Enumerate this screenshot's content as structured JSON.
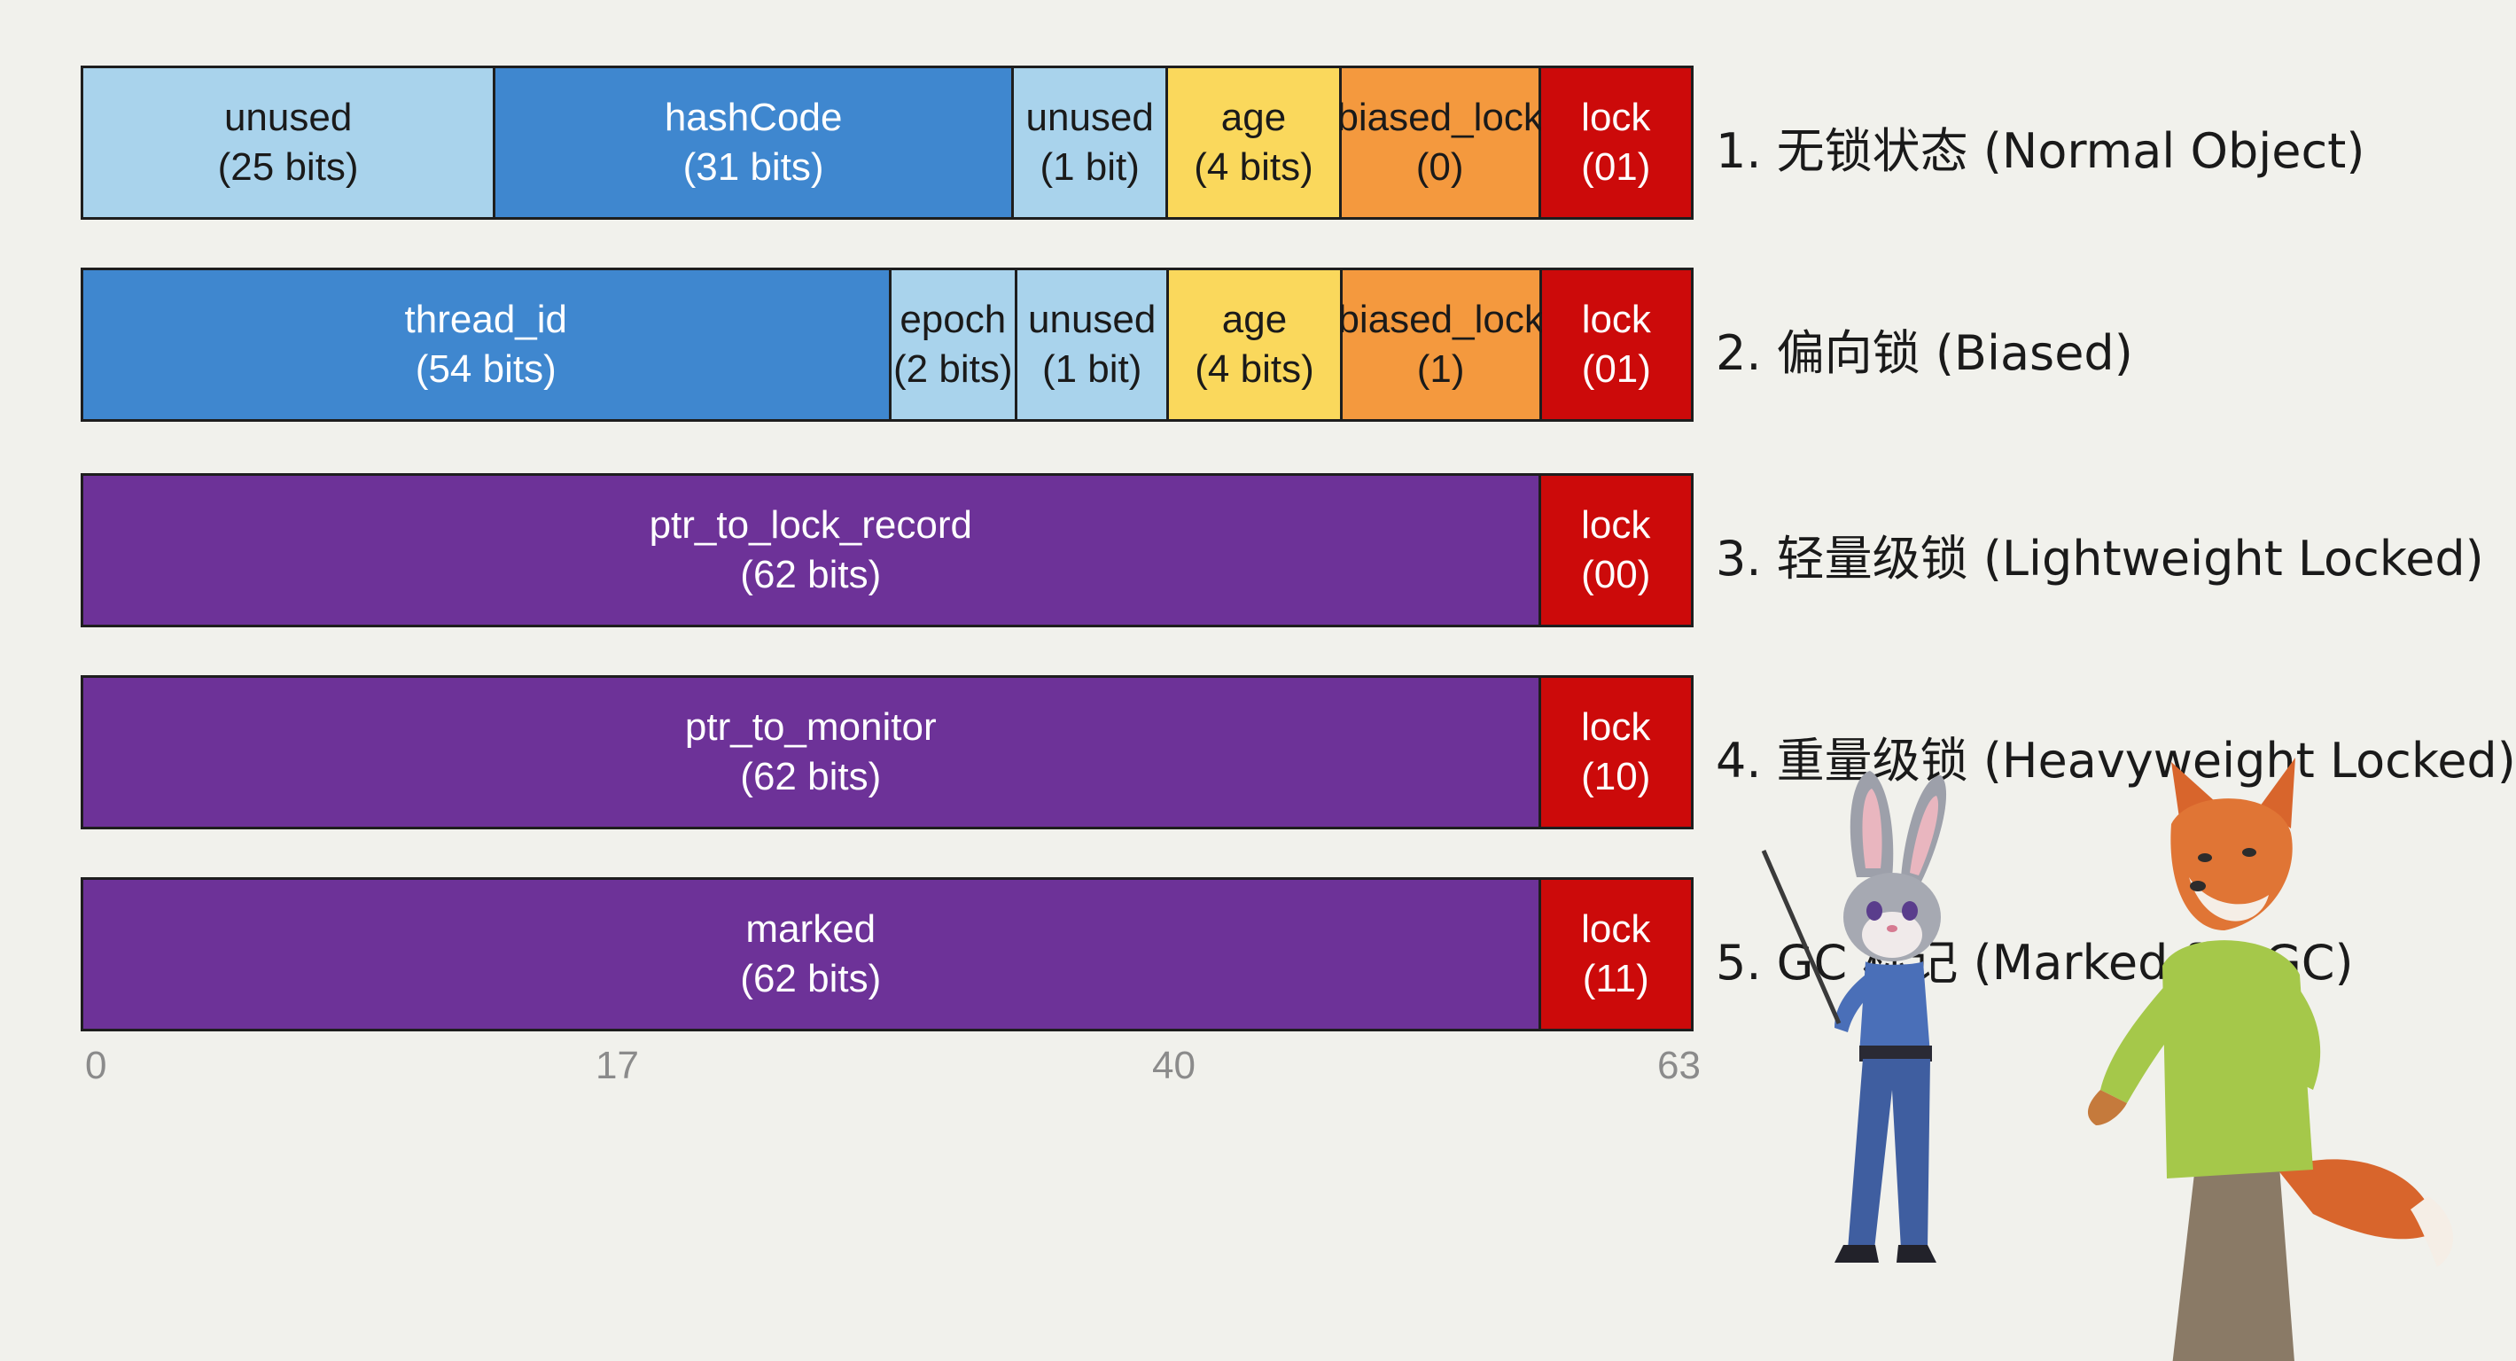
{
  "palette": {
    "light_blue": "#a9d3ec",
    "blue": "#3f87cf",
    "yellow": "#fad85c",
    "orange": "#f4993e",
    "red": "#cc0a0a",
    "purple": "#6d3298",
    "background": "#f1f1ec"
  },
  "rows": [
    {
      "label": "1. 无锁状态 (Normal Object)",
      "segments": [
        {
          "name": "unused",
          "detail": "(25 bits)",
          "color": "light_blue"
        },
        {
          "name": "hashCode",
          "detail": "(31 bits)",
          "color": "blue"
        },
        {
          "name": "unused",
          "detail": "(1 bit)",
          "color": "light_blue"
        },
        {
          "name": "age",
          "detail": "(4 bits)",
          "color": "yellow"
        },
        {
          "name": "biased_lock",
          "detail": "(0)",
          "color": "orange"
        },
        {
          "name": "lock",
          "detail": "(01)",
          "color": "red"
        }
      ]
    },
    {
      "label": "2. 偏向锁 (Biased)",
      "segments": [
        {
          "name": "thread_id",
          "detail": "(54 bits)",
          "color": "blue"
        },
        {
          "name": "epoch",
          "detail": "(2 bits)",
          "color": "light_blue"
        },
        {
          "name": "unused",
          "detail": "(1 bit)",
          "color": "light_blue"
        },
        {
          "name": "age",
          "detail": "(4 bits)",
          "color": "yellow"
        },
        {
          "name": "biased_lock",
          "detail": "(1)",
          "color": "orange"
        },
        {
          "name": "lock",
          "detail": "(01)",
          "color": "red"
        }
      ]
    },
    {
      "label": "3. 轻量级锁 (Lightweight Locked)",
      "segments": [
        {
          "name": "ptr_to_lock_record",
          "detail": "(62 bits)",
          "color": "purple"
        },
        {
          "name": "lock",
          "detail": "(00)",
          "color": "red"
        }
      ]
    },
    {
      "label": "4. 重量级锁 (Heavyweight Locked)",
      "segments": [
        {
          "name": "ptr_to_monitor",
          "detail": "(62 bits)",
          "color": "purple"
        },
        {
          "name": "lock",
          "detail": "(10)",
          "color": "red"
        }
      ]
    },
    {
      "label": "5. GC 标记 (Marked for GC)",
      "segments": [
        {
          "name": "marked",
          "detail": "(62 bits)",
          "color": "purple"
        },
        {
          "name": "lock",
          "detail": "(11)",
          "color": "red"
        }
      ]
    }
  ],
  "axis_ticks": [
    "0",
    "17",
    "40",
    "63"
  ],
  "illustration": {
    "left": "rabbit-officer-with-pointer",
    "right": "fox-leaning"
  }
}
